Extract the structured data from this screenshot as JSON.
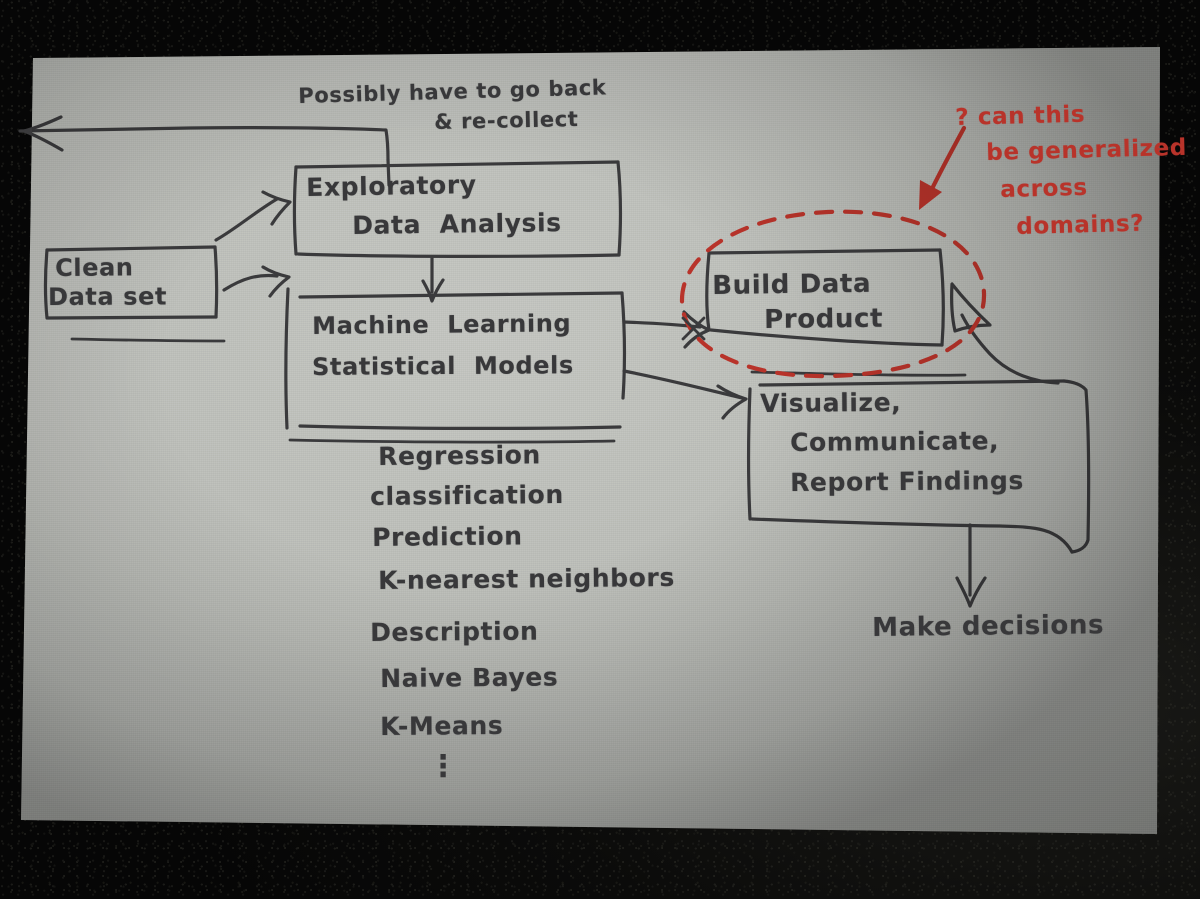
{
  "scene": {
    "medium": "hand-drawn-diagram-photo",
    "surface": "white-paper-sheet",
    "background": "dark-cloth",
    "ink_color": "#3a3a3c",
    "annotation_color": "#b8332a",
    "paper_color": "#bcbeb9"
  },
  "title_note": {
    "line1": "Possibly have to go back",
    "line2": "& re-collect"
  },
  "boxes": {
    "clean_data": {
      "line1": "Clean",
      "line2": "Data set"
    },
    "eda": {
      "line1": "Exploratory",
      "line2": "Data  Analysis"
    },
    "models": {
      "line1": "Machine  Learning",
      "line2": "Statistical  Models"
    },
    "build_product": {
      "line1": "Build Data",
      "line2": "Product"
    },
    "visualize": {
      "line1": "Visualize,",
      "line2": "Communicate,",
      "line3": "Report Findings"
    }
  },
  "method_list": {
    "group1": [
      "Regression",
      "classification",
      "Prediction",
      "K-nearest neighbors"
    ],
    "group2": [
      "Description",
      "Naive Bayes",
      "K-Means"
    ],
    "ellipsis": "⋮"
  },
  "outcome": {
    "label": "Make decisions"
  },
  "red_annotation": {
    "line1": "? can this",
    "line2": "be generalized",
    "line3": "across",
    "line4": "domains?"
  },
  "arrows": [
    {
      "name": "feedback-loop-arrow",
      "from": "eda-box-top",
      "to": "off-page-left",
      "style": "solid"
    },
    {
      "name": "clean-to-eda-arrow",
      "from": "clean-data",
      "to": "eda",
      "style": "curved"
    },
    {
      "name": "clean-to-models-arrow",
      "from": "clean-data",
      "to": "models",
      "style": "curved"
    },
    {
      "name": "eda-to-models-arrow",
      "from": "eda",
      "to": "models",
      "style": "straight-down"
    },
    {
      "name": "models-to-product-arrow",
      "from": "models",
      "to": "build_product",
      "style": "straight"
    },
    {
      "name": "models-to-visualize-arrow",
      "from": "models",
      "to": "visualize",
      "style": "straight"
    },
    {
      "name": "visualize-to-product-arrow",
      "from": "visualize",
      "to": "build_product",
      "style": "curved"
    },
    {
      "name": "visualize-to-decisions-arrow",
      "from": "visualize",
      "to": "make-decisions",
      "style": "straight-down"
    },
    {
      "name": "red-pointer-arrow",
      "from": "red-annotation",
      "to": "build_product",
      "style": "red-diagonal"
    }
  ],
  "highlight": {
    "name": "red-dashed-oval",
    "encircles": "build_product"
  }
}
